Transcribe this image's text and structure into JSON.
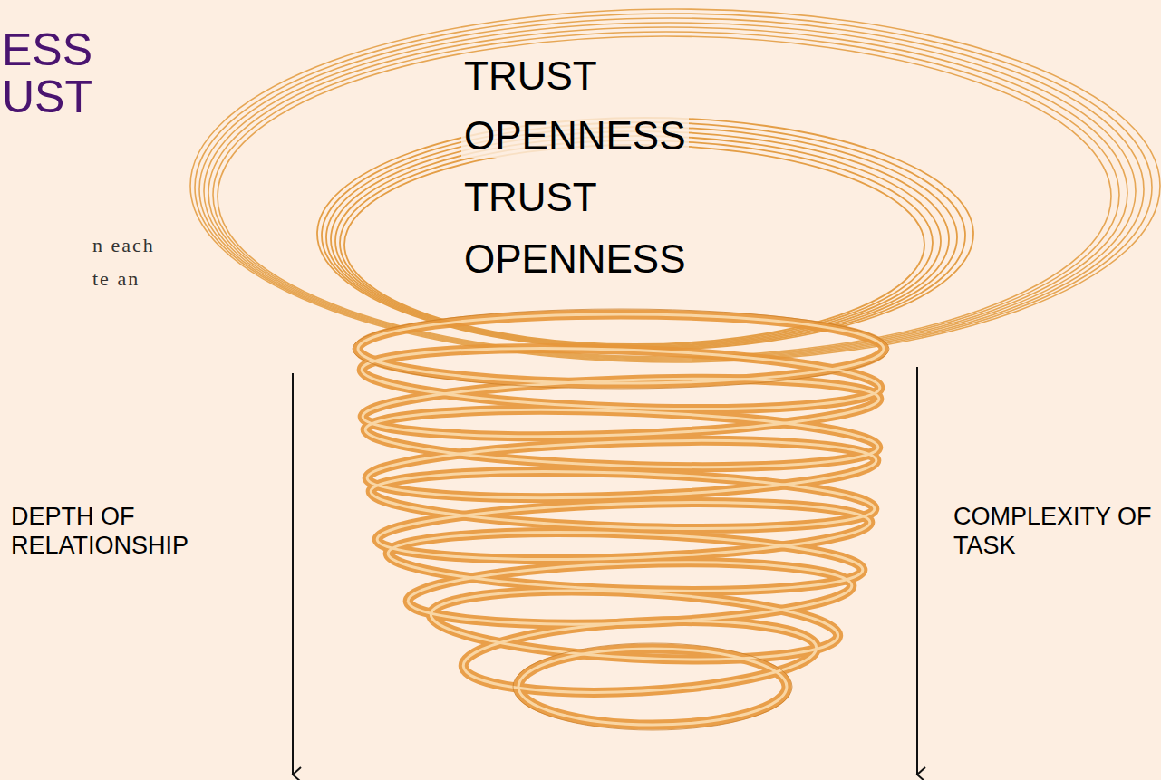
{
  "diagram": {
    "labels": [
      "ESS",
      "UST",
      "n each",
      "te an",
      "TRUST",
      "OPENNESS",
      "TRUST",
      "OPENNESS",
      "DEPTH OF RELATIONSHIP",
      "COMPLEXITY OF TASK"
    ]
  }
}
